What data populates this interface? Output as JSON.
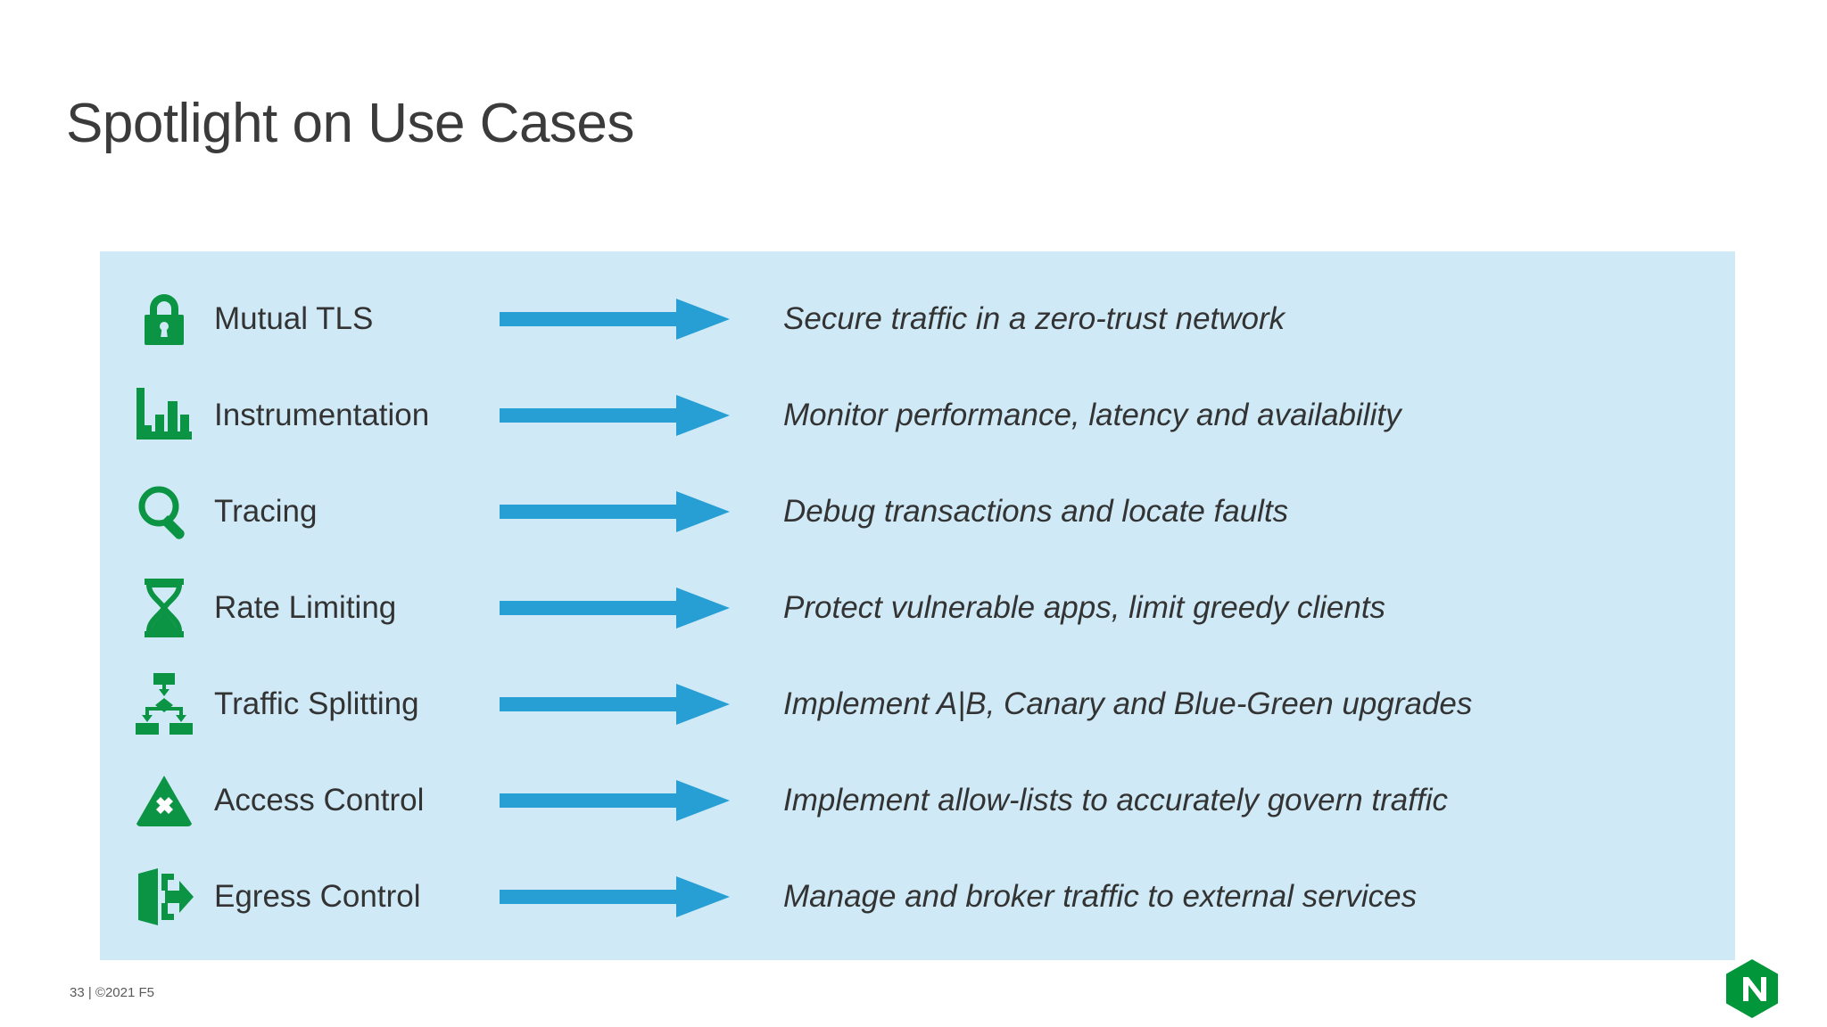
{
  "slide": {
    "title": "Spotlight on Use Cases",
    "panel_color": "#cfeaf6",
    "accent_green": "#0b9444",
    "accent_blue": "#279fd4",
    "text_color": "#333333",
    "background": "#ffffff"
  },
  "use_cases": [
    {
      "icon": "lock-icon",
      "label": "Mutual TLS",
      "arrow": "right-arrow-icon",
      "description": "Secure traffic in a zero-trust network"
    },
    {
      "icon": "bar-chart-icon",
      "label": "Instrumentation",
      "arrow": "right-arrow-icon",
      "description": "Monitor performance, latency and availability"
    },
    {
      "icon": "magnifier-icon",
      "label": "Tracing",
      "arrow": "right-arrow-icon",
      "description": "Debug transactions and locate faults"
    },
    {
      "icon": "hourglass-icon",
      "label": "Rate Limiting",
      "arrow": "right-arrow-icon",
      "description": "Protect vulnerable apps, limit greedy clients"
    },
    {
      "icon": "flowchart-split-icon",
      "label": "Traffic Splitting",
      "arrow": "right-arrow-icon",
      "description": "Implement A|B, Canary and Blue-Green upgrades"
    },
    {
      "icon": "triangle-x-icon",
      "label": "Access Control",
      "arrow": "right-arrow-icon",
      "description": "Implement allow-lists to accurately govern traffic"
    },
    {
      "icon": "exit-door-arrow-icon",
      "label": "Egress Control",
      "arrow": "right-arrow-icon",
      "description": "Manage and broker traffic to external services"
    }
  ],
  "footer": {
    "note": "33 | ©2021 F5",
    "logo": "nginx-hexagon-logo",
    "logo_letter": "N"
  }
}
